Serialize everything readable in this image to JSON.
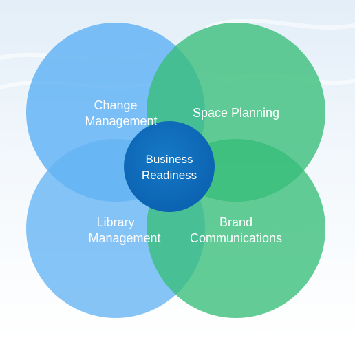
{
  "diagram": {
    "colors": {
      "background_top": "#eaf3fb",
      "background_bottom": "#ffffff",
      "blue_circle": "#64b4f4",
      "green_circle": "#37be78",
      "center_circle": "#0a67b8",
      "text": "#ffffff"
    },
    "circles": {
      "top_left": {
        "line1": "Change",
        "line2": "Management"
      },
      "top_right": {
        "line1": "Space Planning"
      },
      "bottom_left": {
        "line1": "Library",
        "line2": "Management"
      },
      "bottom_right": {
        "line1": "Brand",
        "line2": "Communications"
      }
    },
    "center": {
      "line1": "Business",
      "line2": "Readiness"
    }
  }
}
